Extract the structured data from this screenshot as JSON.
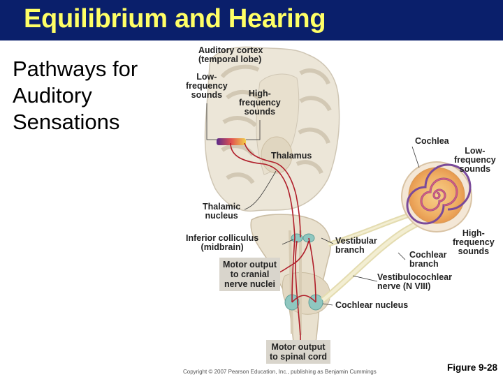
{
  "header": {
    "title": "Equilibrium and Hearing",
    "bar_color": "#0a1f6b",
    "title_color": "#ffff66"
  },
  "subtitle_lines": [
    "Pathways for",
    "Auditory",
    "Sensations"
  ],
  "labels": {
    "auditory_cortex": [
      "Auditory cortex",
      "(temporal lobe)"
    ],
    "low_freq_cortex": [
      "Low-",
      "frequency",
      "sounds"
    ],
    "high_freq_cortex": [
      "High-",
      "frequency",
      "sounds"
    ],
    "thalamus": "Thalamus",
    "cochlea": "Cochlea",
    "low_freq_cochlea": [
      "Low-",
      "frequency",
      "sounds"
    ],
    "high_freq_cochlea": [
      "High-",
      "frequency",
      "sounds"
    ],
    "thalamic_nucleus": [
      "Thalamic",
      "nucleus"
    ],
    "inferior_colliculus": [
      "Inferior colliculus",
      "(midbrain)"
    ],
    "vestibular_branch": [
      "Vestibular",
      "branch"
    ],
    "cochlear_branch": [
      "Cochlear",
      "branch"
    ],
    "motor_cranial": [
      "Motor output",
      "to cranial",
      "nerve nuclei"
    ],
    "vestibulocochlear": [
      "Vestibulocochlear",
      "nerve (N VIII)"
    ],
    "cochlear_nucleus": "Cochlear nucleus",
    "motor_spinal": [
      "Motor output",
      "to spinal cord"
    ]
  },
  "footer": {
    "copyright": "Copyright © 2007 Pearson Education, Inc., publishing as Benjamin Cummings",
    "figure": "Figure 9-28"
  },
  "colors": {
    "pathway": "#b01e2a",
    "nucleus": "#8fc7c0",
    "cochlea": "#f2b469",
    "brain": "#ece6d8"
  }
}
